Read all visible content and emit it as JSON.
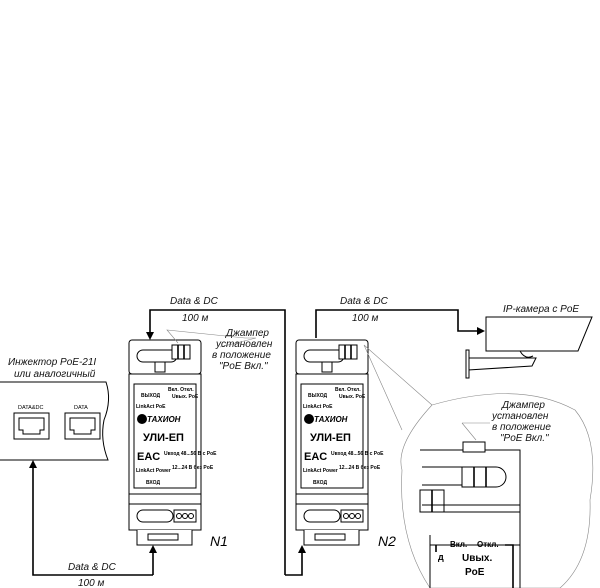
{
  "injector": {
    "title_line1": "Инжектор PoE-21I",
    "title_line2": "или аналогичный",
    "port1": "DATA&DC",
    "port2": "DATA"
  },
  "cables": [
    {
      "label": "Data & DC",
      "length": "100 м"
    },
    {
      "label": "Data & DC",
      "length": "100 м"
    },
    {
      "label": "Data & DC",
      "length": "100 м"
    }
  ],
  "jumper_note": {
    "line1": "Джампер",
    "line2": "установлен",
    "line3": "в положение",
    "line4": "\"PoE Вкл.\""
  },
  "camera": {
    "label": "IP-камера с PoE"
  },
  "device": {
    "out_label": "ВЫХОД",
    "out_leds": "LinkAct  PoE",
    "switch_label": "Вкл. Откл.",
    "switch_sub": "Uвых. PoE",
    "brand": "ТАХИОН",
    "model": "УЛИ-ЕП",
    "cert": "EAC",
    "in_v1": "Uвход 48...56 В с PoE",
    "in_v2": "12...24 В без PoE",
    "in_leds": "LinkAct Power",
    "in_label": "ВХОД"
  },
  "nodes": {
    "n1": "N1",
    "n2": "N2"
  },
  "zoom_detail": {
    "on": "Вкл.",
    "off": "Откл.",
    "uout": "Uвых.",
    "poe": "PoE",
    "frag": "д"
  }
}
